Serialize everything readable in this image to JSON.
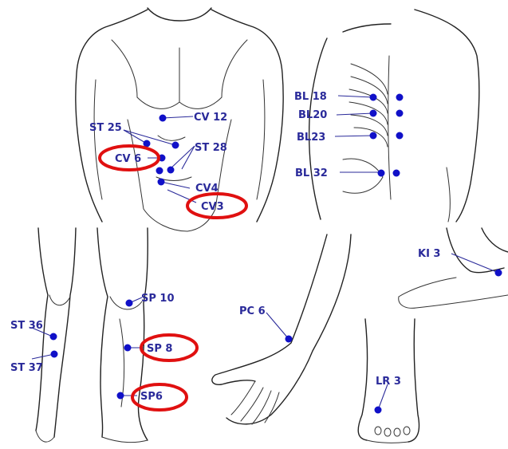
{
  "colors": {
    "point": "#1010c8",
    "label": "#2a2a9a",
    "highlight": "#e01010",
    "outline": "#222222"
  },
  "figures": [
    {
      "name": "front-torso",
      "depicts": "front view of male torso"
    },
    {
      "name": "back-torso",
      "depicts": "back view showing spine"
    },
    {
      "name": "legs",
      "depicts": "front and side view of lower legs"
    },
    {
      "name": "forearm-hand",
      "depicts": "forearm and open hand"
    },
    {
      "name": "ankle",
      "depicts": "inner ankle and foot"
    },
    {
      "name": "foot-top",
      "depicts": "top of foot"
    }
  ],
  "acupoints": [
    {
      "label": "CV 12",
      "highlighted": false
    },
    {
      "label": "ST 25",
      "highlighted": false
    },
    {
      "label": "ST 28",
      "highlighted": false
    },
    {
      "label": "CV 6",
      "highlighted": true
    },
    {
      "label": "CV4",
      "highlighted": false
    },
    {
      "label": "CV3",
      "highlighted": true
    },
    {
      "label": "BL 18",
      "highlighted": false
    },
    {
      "label": "BL20",
      "highlighted": false
    },
    {
      "label": "BL23",
      "highlighted": false
    },
    {
      "label": "BL 32",
      "highlighted": false
    },
    {
      "label": "KI 3",
      "highlighted": false
    },
    {
      "label": "PC 6",
      "highlighted": false
    },
    {
      "label": "SP 10",
      "highlighted": false
    },
    {
      "label": "SP 8",
      "highlighted": true
    },
    {
      "label": "SP6",
      "highlighted": true
    },
    {
      "label": "ST 36",
      "highlighted": false
    },
    {
      "label": "ST 37",
      "highlighted": false
    },
    {
      "label": "LR 3",
      "highlighted": false
    }
  ]
}
